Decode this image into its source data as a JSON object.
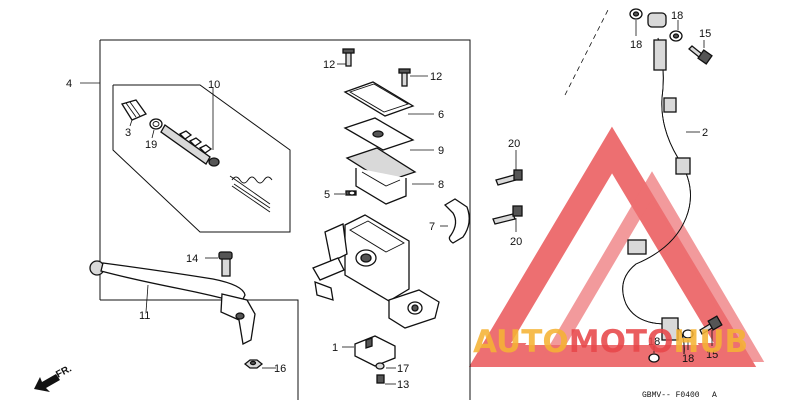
{
  "callouts": {
    "c1": "1",
    "c2": "2",
    "c3": "3",
    "c4": "4",
    "c5": "5",
    "c6": "6",
    "c7": "7",
    "c8": "8",
    "c9": "9",
    "c10": "10",
    "c11": "11",
    "c12a": "12",
    "c12b": "12",
    "c13": "13",
    "c14": "14",
    "c15a": "15",
    "c15b": "15",
    "c16": "16",
    "c17": "17",
    "c18a": "18",
    "c18b": "18",
    "c18c": "18",
    "c18d": "18",
    "c19": "19",
    "c20a": "20",
    "c20b": "20"
  },
  "direction_label": "FR.",
  "diagram_code": "GBMV-- F0400",
  "diagram_code_suffix": "A",
  "watermark": {
    "part1": "AUTO",
    "part2": "MOTO",
    "part3": "HUB",
    "color_orange": "#f5b335",
    "color_red": "#e8474a"
  }
}
